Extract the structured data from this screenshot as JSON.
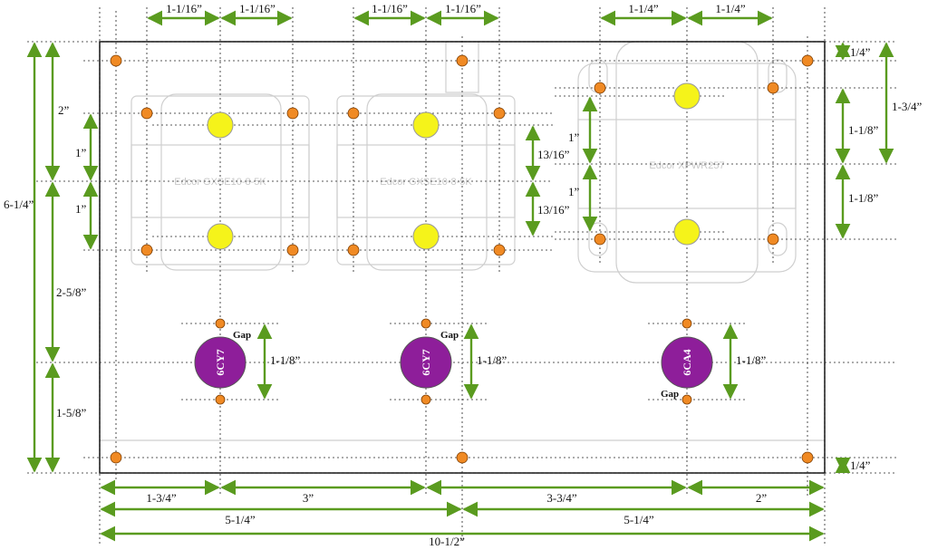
{
  "colors": {
    "dimension": "#5a9b1f",
    "mounting_hole": "#f08a24",
    "socket_hole": "#f5f31a",
    "tube": "#8e1e9a",
    "outline": "#cfcfcf"
  },
  "components": {
    "transformer_left": "Edcor GXSE10-8-5K",
    "transformer_mid": "Edcor GXSE10-8-5K",
    "transformer_right": "Edcor XPWR257"
  },
  "tubes": {
    "left": "6CY7",
    "mid": "6CY7",
    "right": "6CA4"
  },
  "gap_label": "Gap",
  "dimensions": {
    "top_left_a": "1-1/16”",
    "top_left_b": "1-1/16”",
    "top_mid_a": "1-1/16”",
    "top_mid_b": "1-1/16”",
    "top_right_a": "1-1/4”",
    "top_right_b": "1-1/4”",
    "overall_height": "6-1/4”",
    "left_2": "2”",
    "left_2_5_8": "2-5/8”",
    "left_1_5_8": "1-5/8”",
    "left_1a": "1”",
    "left_1b": "1”",
    "mid_13_16_a": "13/16”",
    "mid_13_16_b": "13/16”",
    "right_1a": "1”",
    "right_1b": "1”",
    "right_quarter_top": "1/4”",
    "right_1_3_4": "1-3/4”",
    "right_1_1_8_a": "1-1/8”",
    "right_1_1_8_b": "1-1/8”",
    "right_quarter_bottom": "1/4”",
    "tube_left": "1-1/8”",
    "tube_mid": "1-1/8”",
    "tube_right": "1-1/8”",
    "bottom_1_3_4": "1-3/4”",
    "bottom_3": "3”",
    "bottom_3_3_4": "3-3/4”",
    "bottom_2": "2”",
    "bottom_5_1_4_a": "5-1/4”",
    "bottom_5_1_4_b": "5-1/4”",
    "overall_width": "10-1/2”"
  }
}
